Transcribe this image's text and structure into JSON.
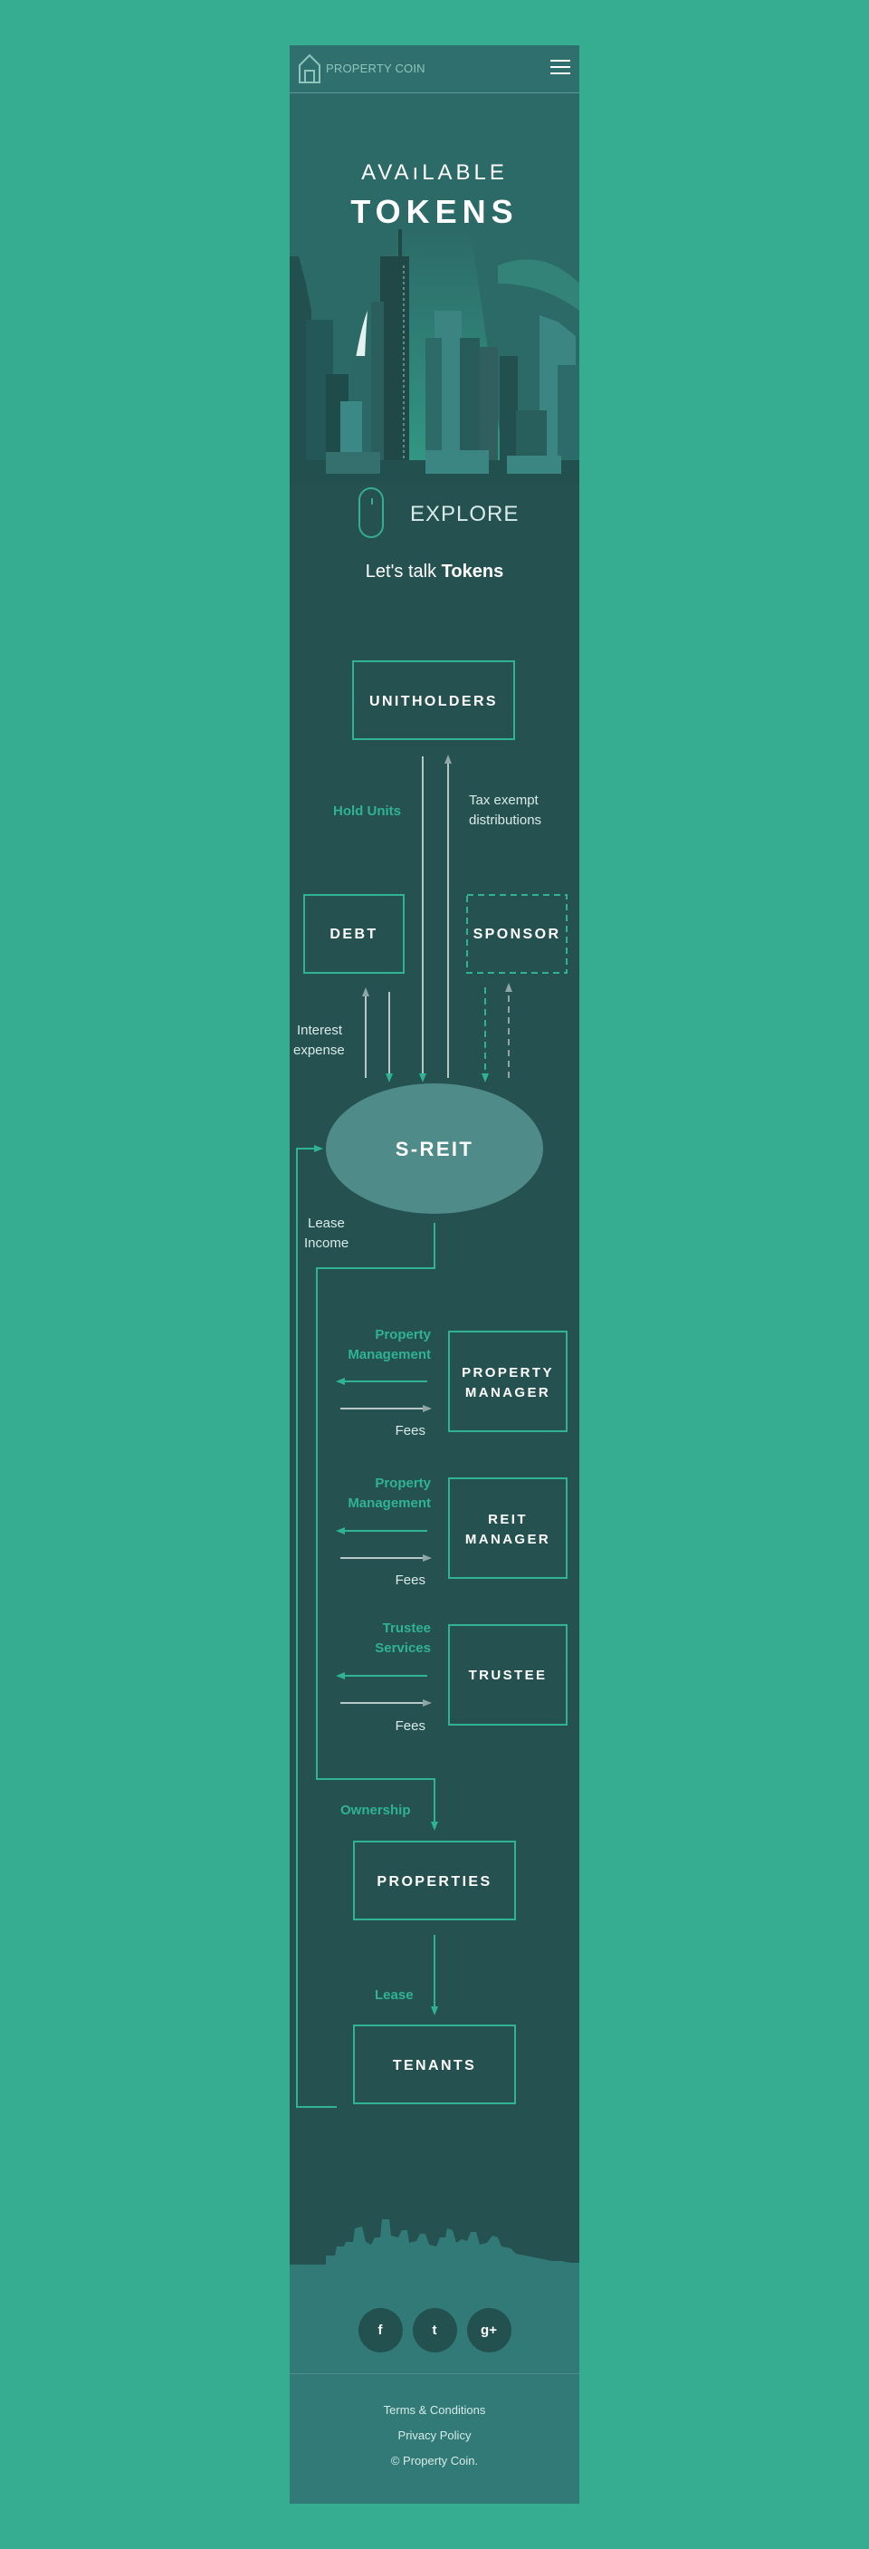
{
  "header": {
    "logo_text": "PROPERTY COIN"
  },
  "hero": {
    "title_line1": "AVAıLABLE",
    "title_line2": "TOKENS"
  },
  "explore": {
    "label": "EXPLORE"
  },
  "talk": {
    "prefix": "Let's talk ",
    "bold": "Tokens"
  },
  "diagram": {
    "boxes": {
      "unitholders": "UNITHOLDERS",
      "debt": "DEBT",
      "sponsor": "SPONSOR",
      "sreit": "S-REIT",
      "property_manager_1": "PROPERTY",
      "property_manager_2": "MANAGER",
      "reit_manager_1": "REIT",
      "reit_manager_2": "MANAGER",
      "trustee": "TRUSTEE",
      "properties": "PROPERTIES",
      "tenants": "TENANTS"
    },
    "labels": {
      "hold_units": "Hold Units",
      "tax_exempt_1": "Tax exempt",
      "tax_exempt_2": "distributions",
      "interest_1": "Interest",
      "interest_2": "expense",
      "lease_income_1": "Lease",
      "lease_income_2": "Income",
      "pm_service_1": "Property",
      "pm_service_2": "Management",
      "pm_fees": "Fees",
      "rm_service_1": "Property",
      "rm_service_2": "Management",
      "rm_fees": "Fees",
      "trustee_service_1": "Trustee",
      "trustee_service_2": "Services",
      "trustee_fees": "Fees",
      "ownership": "Ownership",
      "lease": "Lease"
    }
  },
  "footer": {
    "social": [
      {
        "icon": "facebook-icon",
        "glyph": "f"
      },
      {
        "icon": "twitter-icon",
        "glyph": "t"
      },
      {
        "icon": "google-plus-icon",
        "glyph": "g+"
      }
    ],
    "links": [
      "Terms & Conditions",
      "Privacy Policy"
    ],
    "copyright": "© Property Coin."
  },
  "colors": {
    "page_bg": "#36ad91",
    "panel_bg": "#255150",
    "accent": "#2fb393",
    "sreit_fill": "#4e8b89"
  }
}
